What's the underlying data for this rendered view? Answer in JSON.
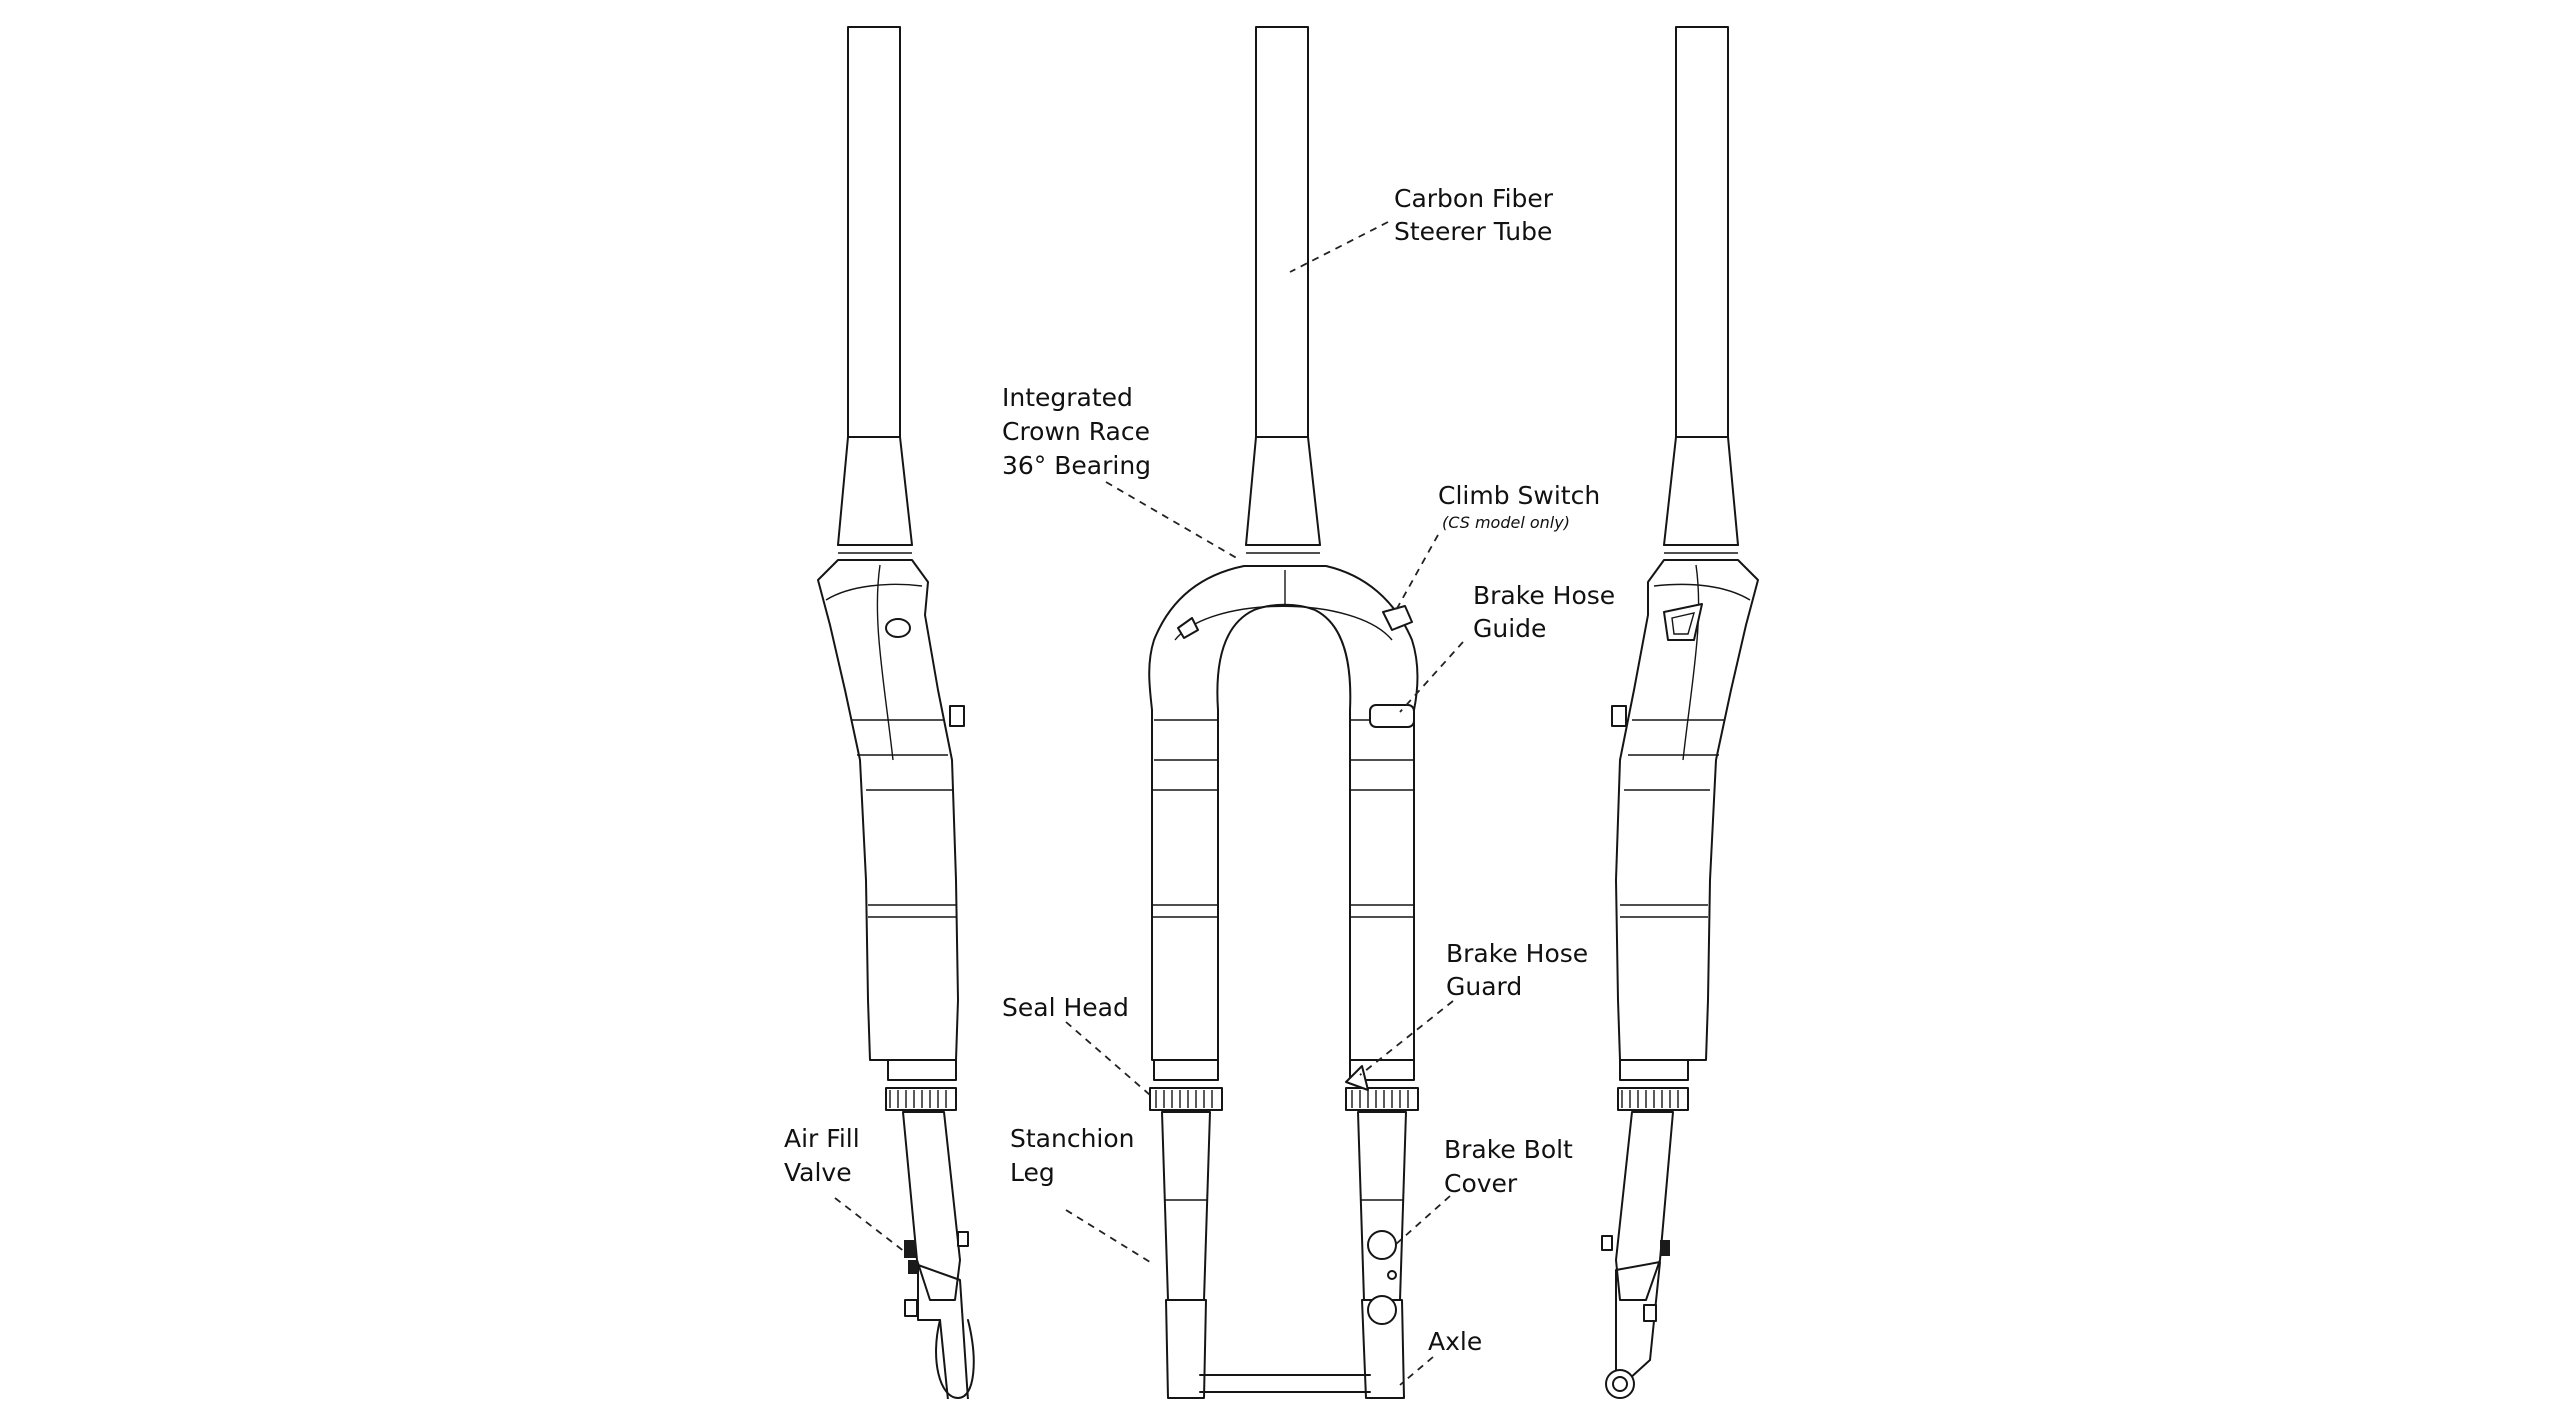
{
  "colors": {
    "line": "#151515",
    "background": "#ffffff",
    "label": "#111111"
  },
  "labels": {
    "steerer": [
      "Carbon  Fiber",
      "Steerer Tube"
    ],
    "crown_race": [
      "Integrated",
      "Crown Race",
      "36° Bearing"
    ],
    "climb_switch": "Climb Switch",
    "climb_switch_note": "(CS model only)",
    "brake_hose_guide": [
      "Brake Hose",
      "Guide"
    ],
    "brake_hose_guard": [
      "Brake Hose",
      "Guard"
    ],
    "seal_head": "Seal Head",
    "stanchion_leg": [
      "Stanchion",
      "Leg"
    ],
    "air_fill_valve": [
      "Air Fill",
      "Valve"
    ],
    "brake_bolt_cover": [
      "Brake Bolt",
      "Cover"
    ],
    "axle": "Axle"
  }
}
